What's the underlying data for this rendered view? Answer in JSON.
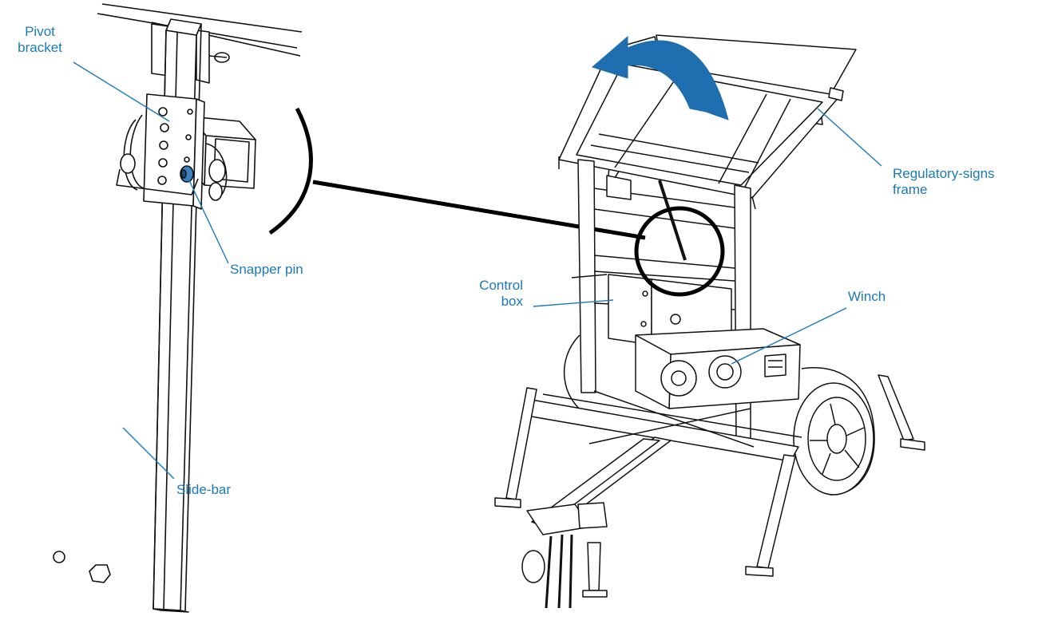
{
  "labels": {
    "pivot_bracket": [
      "Pivot",
      "bracket"
    ],
    "snapper_pin": "Snapper pin",
    "slide_bar": "Slide-bar",
    "control_box": [
      "Control",
      "box"
    ],
    "winch": "Winch",
    "regulatory_signs_frame": [
      "Regulatory-signs",
      "frame"
    ]
  },
  "colors": {
    "label": "#1a7ab8",
    "leader": "#1a7ab8",
    "arrow": "#1f6eb0",
    "line_art": "#111111",
    "highlight": "#3a82c4"
  },
  "icons": [
    "rotation-arrow-icon",
    "detail-circle-icon"
  ]
}
